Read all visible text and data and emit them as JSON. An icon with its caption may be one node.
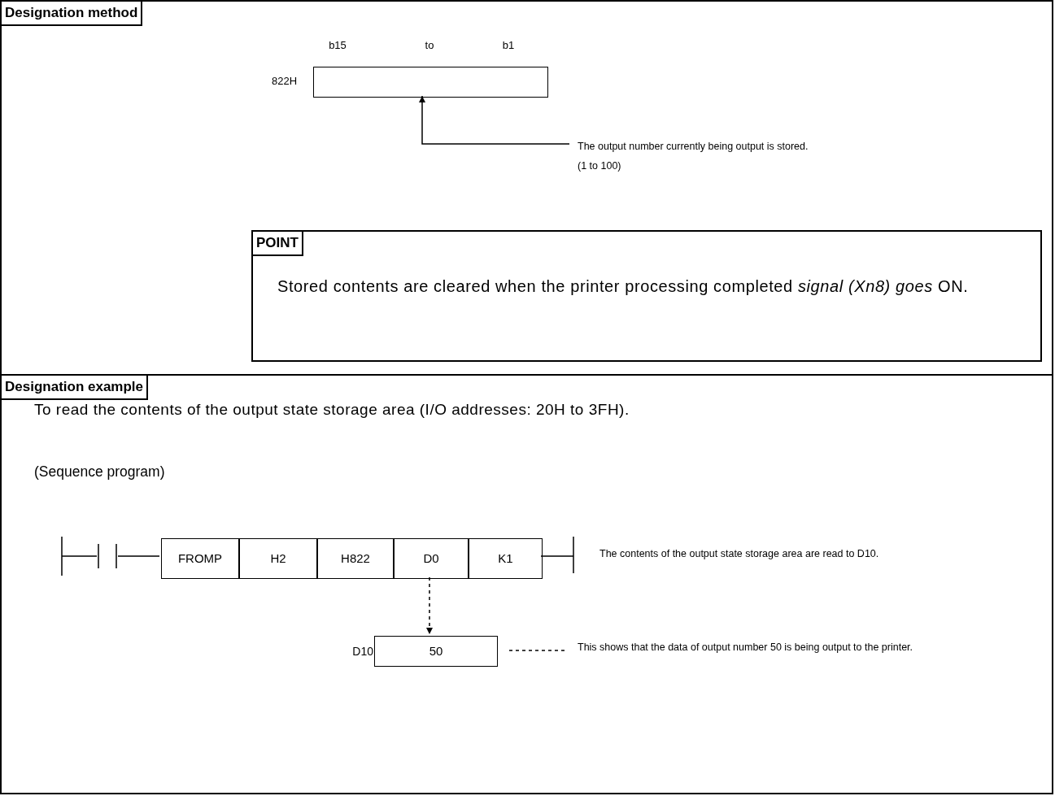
{
  "diagram": {
    "nodes": [
      {
        "text": [
          "Designation method"
        ]
      },
      {
        "text": [],
        "shape": "box",
        "in": 0
      },
      {
        "text": [
          "The output number currently being output is stored.",
          "(1 to 100)"
        ],
        "in": 0
      },
      {
        "text": [
          "POINT",
          "Stored contents are cleared when the printer processing completed *signal (Xn8) goes* ON."
        ],
        "in": 0
      },
      {
        "text": [
          "Designation example",
          "To read the contents of the output state storage area (I/O addresses: 20H to 3FH).",
          "(Sequence program)"
        ]
      },
      {
        "text": [
          "FROMP"
        ],
        "in": 4
      },
      {
        "text": [
          "H2"
        ],
        "in": 4
      },
      {
        "text": [
          "H822"
        ],
        "in": 4
      },
      {
        "text": [
          "D0"
        ],
        "in": 4
      },
      {
        "text": [
          "K1"
        ],
        "in": 4
      },
      {
        "text": [
          "50"
        ],
        "beside": [
          "D10"
        ],
        "in": 4
      },
      {
        "text": [
          "This shows that the data of output number 50 is being output to the printer."
        ],
        "in": 4
      }
    ],
    "edges": [
      {
        "from": 2,
        "to": 1,
        "arrow": "to"
      },
      {
        "from": 8,
        "to": 10,
        "arrow": "to",
        "style": "dashed"
      },
      {
        "from": 10,
        "to": 11,
        "arrow": "none",
        "style": "dashed"
      }
    ],
    "labels": [
      "b15",
      "to",
      "b1",
      "822H",
      "The contents of the output state storage area are read to D10."
    ]
  }
}
